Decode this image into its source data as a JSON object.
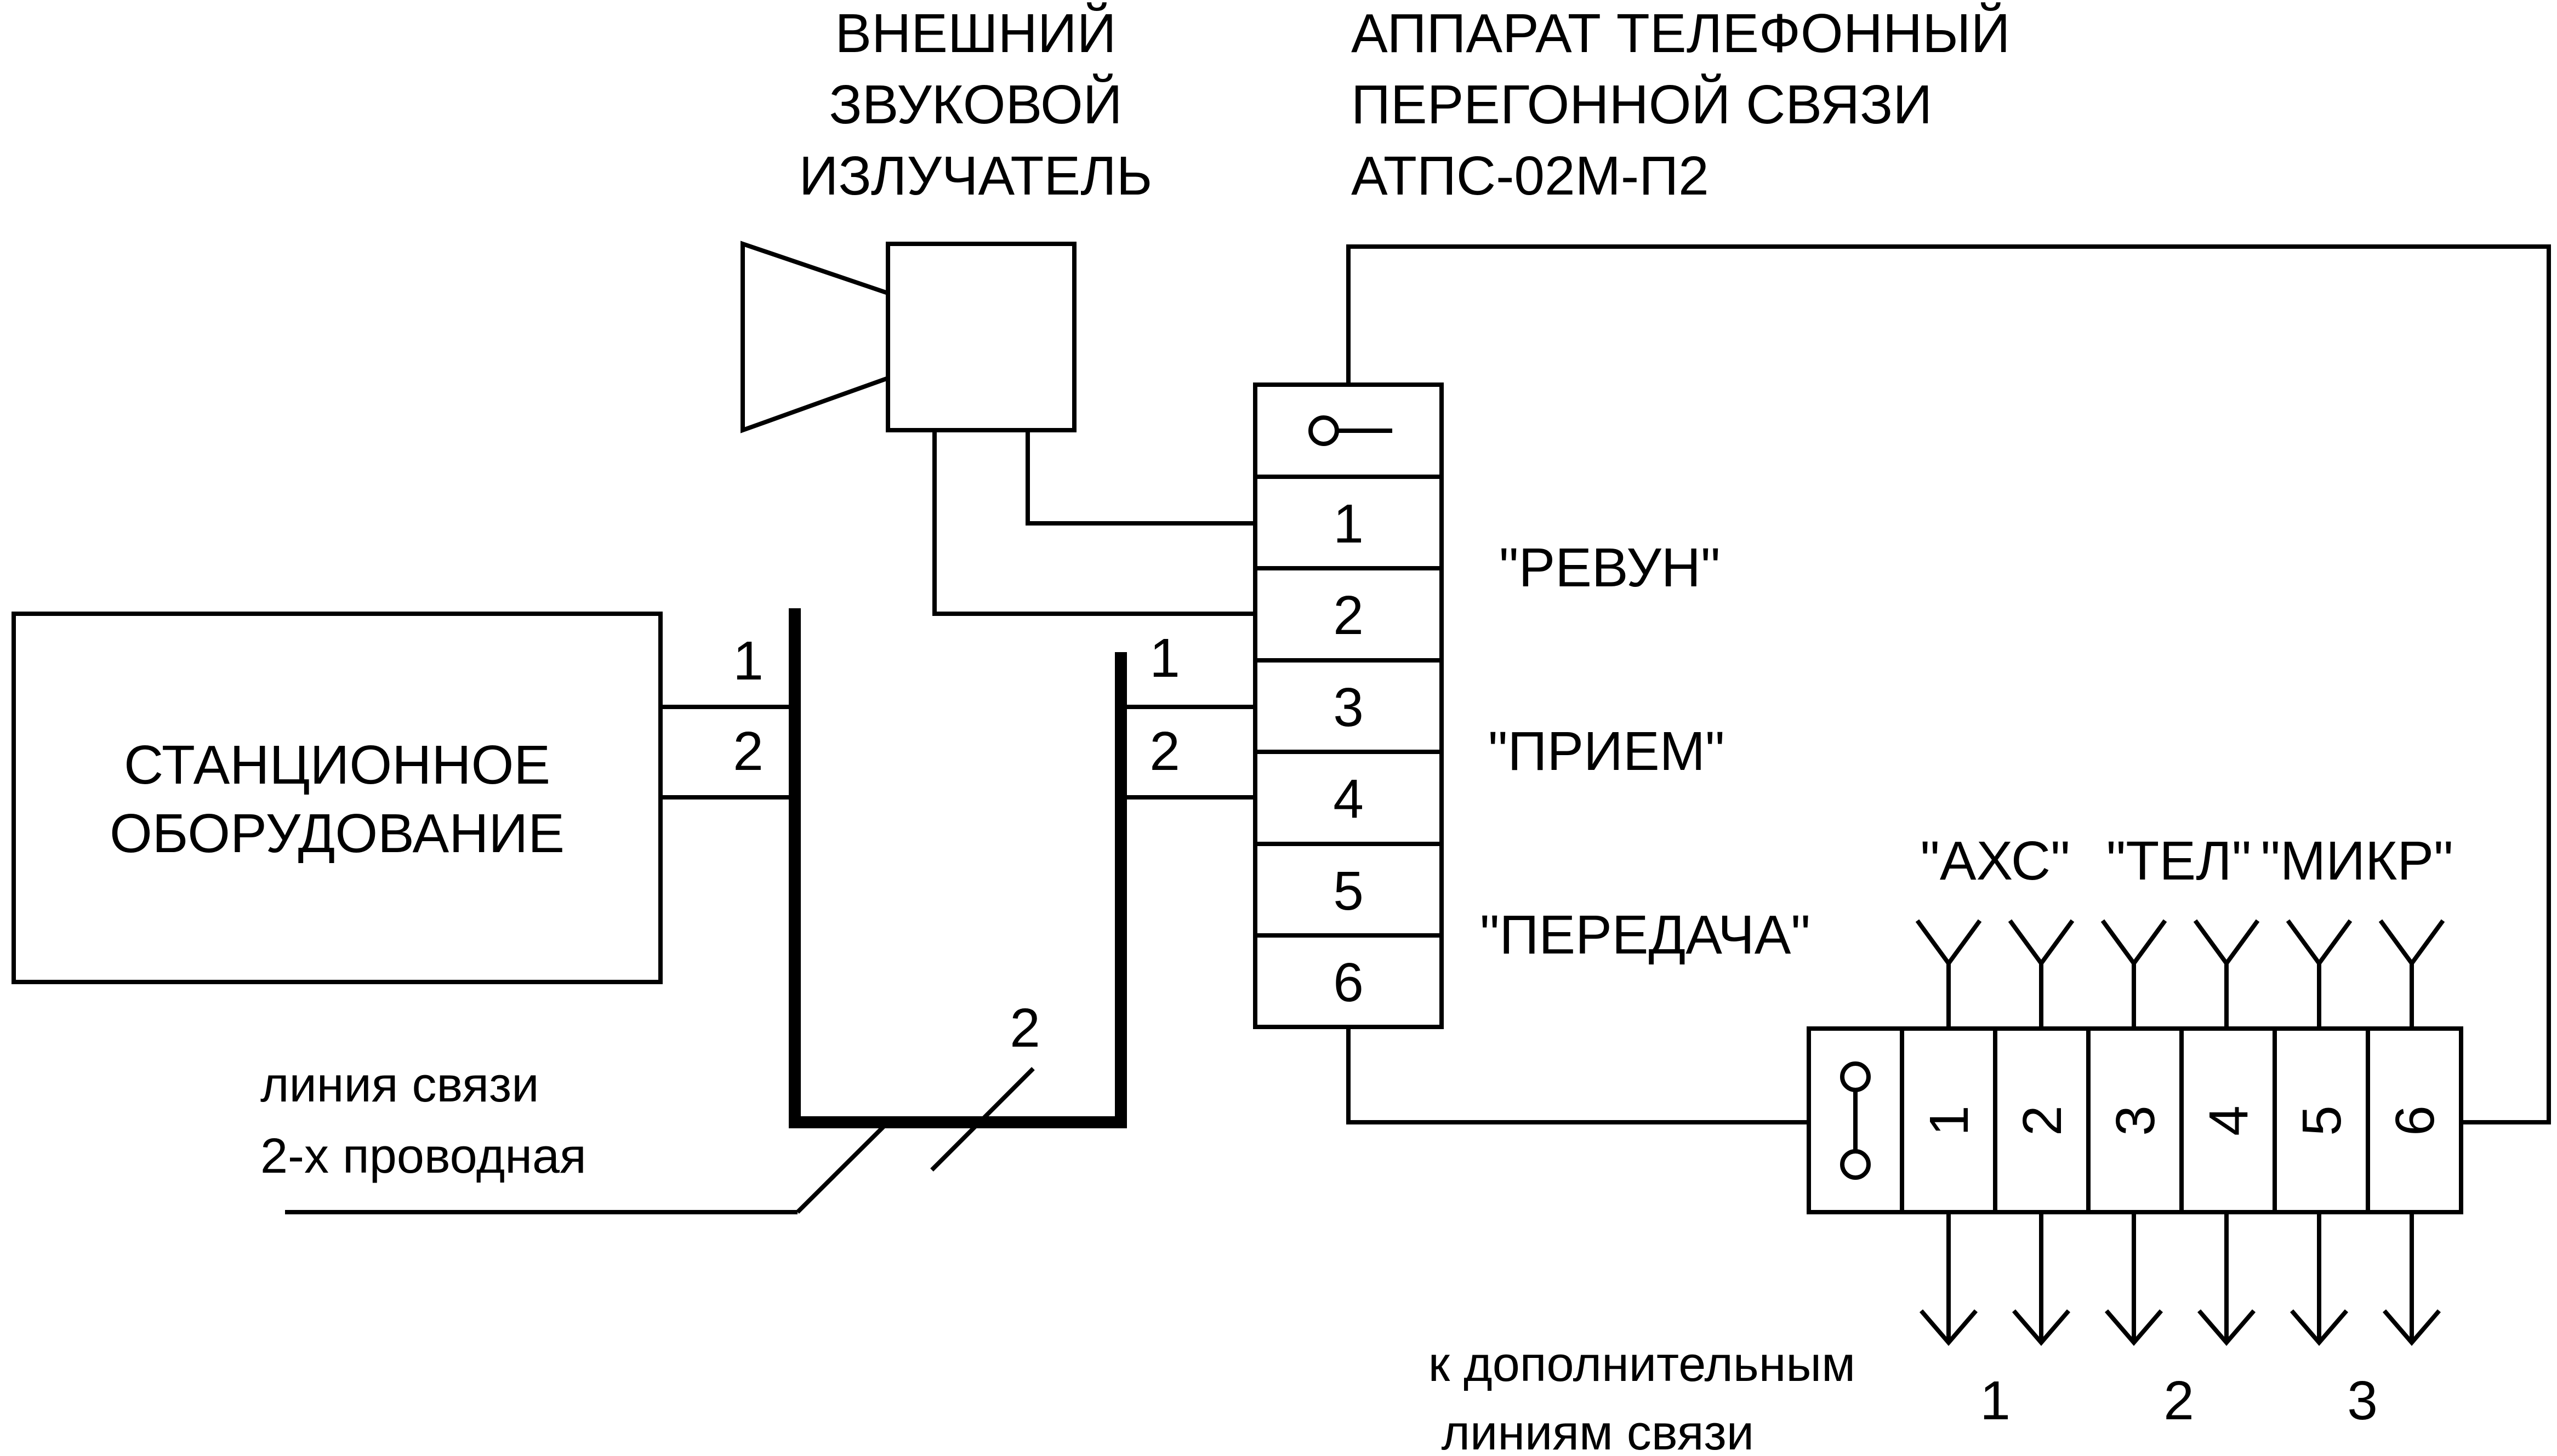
{
  "station": {
    "line1": "СТАНЦИОННОЕ",
    "line2": "ОБОРУДОВАНИЕ",
    "wire_label_1": "1",
    "wire_label_2": "2"
  },
  "emitter_title": [
    "ВНЕШНИЙ",
    "ЗВУКОВОЙ",
    "ИЗЛУЧАТЕЛЬ"
  ],
  "apparatus_title": [
    "АППАРАТ ТЕЛЕФОННЫЙ",
    "ПЕРЕГОННОЙ СВЯЗИ",
    "АТПС-02М-П2"
  ],
  "apparatus_terminals": [
    "1",
    "2",
    "3",
    "4",
    "5",
    "6"
  ],
  "apparatus_wire_labels": [
    "1",
    "2"
  ],
  "pair_labels": [
    "\"РЕВУН\"",
    "\"ПРИЕМ\"",
    "\"ПЕРЕДАЧА\""
  ],
  "line": {
    "label1": "линия связи",
    "label2": "2-х проводная",
    "wire_count": "2"
  },
  "extension_terminals": [
    "1",
    "2",
    "3",
    "4",
    "5",
    "6"
  ],
  "extension_top_labels": [
    "\"АХС\"",
    "\"ТЕЛ\"",
    "\"МИКР\""
  ],
  "extension_bottom_numbers": [
    "1",
    "2",
    "3"
  ],
  "extension_caption": [
    "к дополнительным",
    "линиям связи"
  ]
}
